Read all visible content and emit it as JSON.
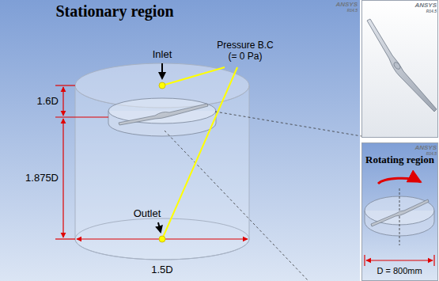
{
  "diagram": {
    "nodes": [
      {
        "text": [
          "Stationary region"
        ]
      },
      {
        "text": [
          "Rotating region"
        ]
      }
    ],
    "labels": [
      "Inlet",
      "Pressure B.C (= 0 Pa)",
      "1.6D",
      "1.875D",
      "Outlet",
      "1.5D",
      "D = 800mm",
      "ANSYS",
      "R14.5",
      "ANSYS",
      "R14.5",
      "ANSYS",
      "R14.5"
    ]
  }
}
